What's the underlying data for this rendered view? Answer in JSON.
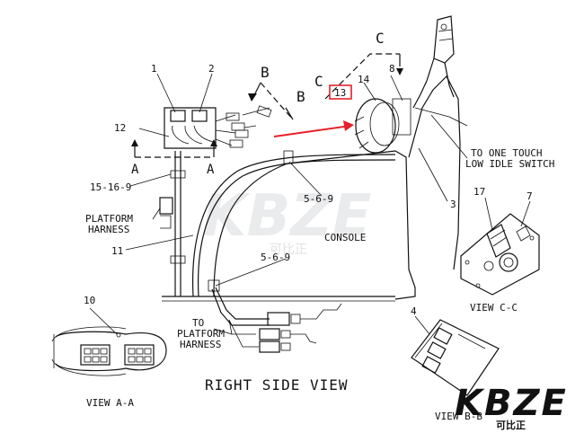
{
  "callouts": {
    "n1": "1",
    "n2": "2",
    "n3": "3",
    "n4": "4",
    "n7": "7",
    "n8": "8",
    "n10": "10",
    "n11": "11",
    "n12": "12",
    "n13": "13",
    "n14": "14",
    "n17": "17",
    "ref_15_16_9": "15-16-9",
    "ref_5_6_9_a": "5-6-9",
    "ref_5_6_9_b": "5-6-9"
  },
  "section_marks": {
    "a_left": "A",
    "a_right": "A",
    "b_left": "B",
    "b_right": "B",
    "c_left": "C",
    "c_right": "C"
  },
  "labels": {
    "platform_harness_1": "PLATFORM",
    "platform_harness_2": "HARNESS",
    "to_platform_1": "TO",
    "to_platform_2": "PLATFORM",
    "to_platform_3": "HARNESS",
    "console": "CONSOLE",
    "one_touch_1": "TO ONE TOUCH",
    "one_touch_2": "LOW IDLE SWITCH"
  },
  "views": {
    "main": "RIGHT SIDE VIEW",
    "a_a": "VIEW A-A",
    "b_b": "VIEW B-B",
    "c_c": "VIEW C-C"
  },
  "watermark": {
    "brand": "KBZE",
    "chinese": "可比正"
  },
  "colors": {
    "highlight": "#e8202a",
    "line": "#111111",
    "watermark": "#d9dbe0"
  }
}
